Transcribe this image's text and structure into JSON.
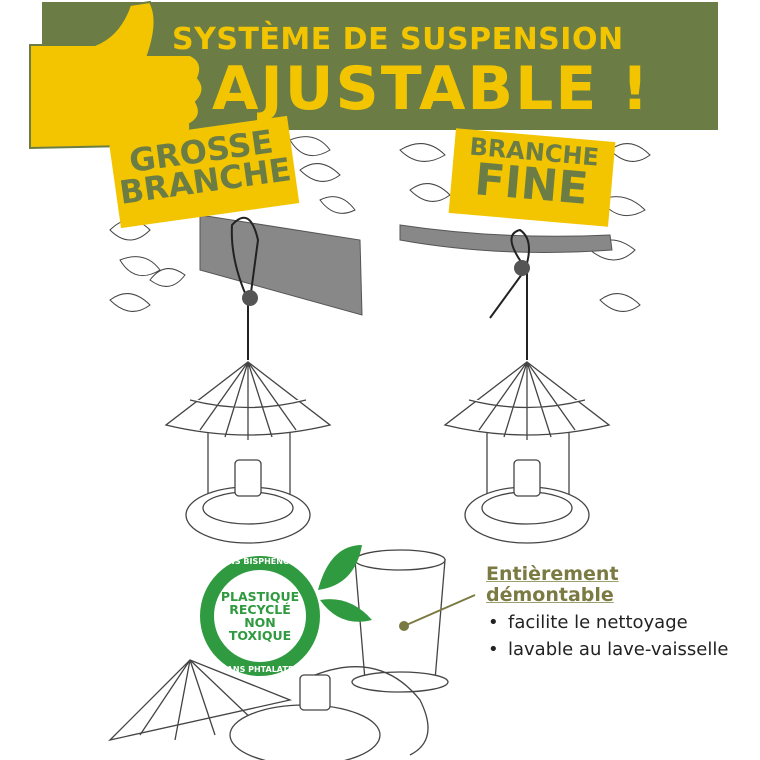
{
  "header": {
    "line1": "SYSTÈME DE SUSPENSION",
    "line2": "AJUSTABLE !",
    "icon": "thumbs-up-icon",
    "banner_color": "#6b7d45",
    "accent_color": "#f2c500"
  },
  "panels": [
    {
      "label_line1": "GROSSE",
      "label_line2": "BRANCHE"
    },
    {
      "label_line1": "BRANCHE",
      "label_line2": "FINE"
    }
  ],
  "badge": {
    "ring_top": "SANS BISPHENOL A",
    "ring_bottom": "SANS PHTALATES",
    "lines": [
      "PLASTIQUE",
      "RECYCLÉ",
      "NON",
      "TOXIQUE"
    ],
    "color": "#2f9a3f"
  },
  "features": {
    "title_line1": "Entièrement",
    "title_line2": "démontable",
    "items": [
      "facilite le nettoyage",
      "lavable au lave-vaisselle"
    ]
  }
}
